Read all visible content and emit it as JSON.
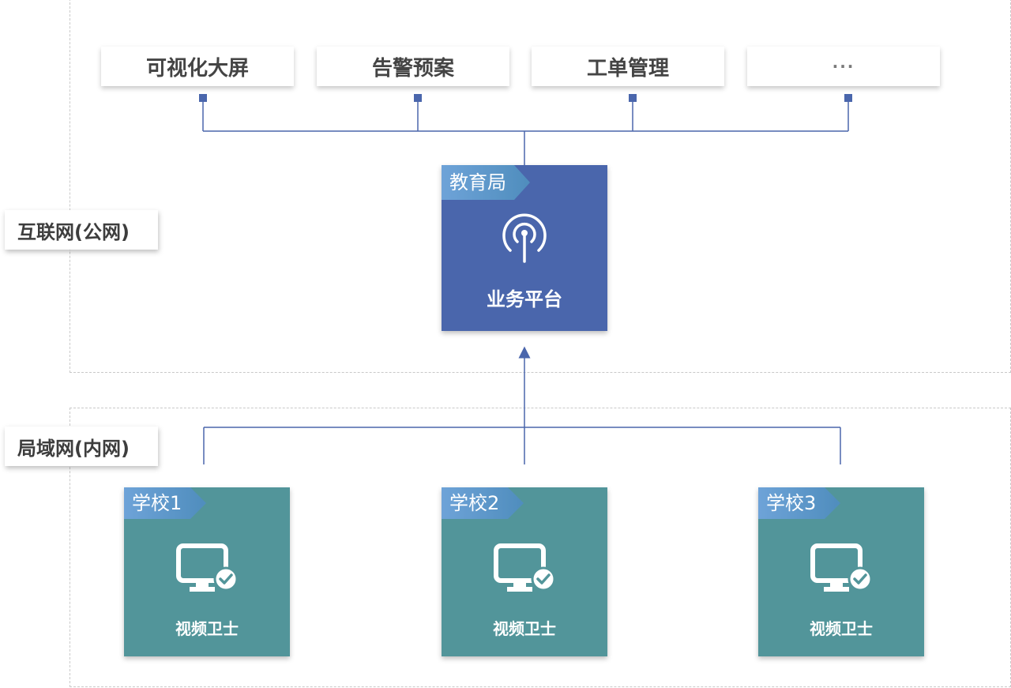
{
  "zones": {
    "public_label": "互联网(公网)",
    "private_label": "局域网(内网)"
  },
  "modules": [
    {
      "label": "可视化大屏"
    },
    {
      "label": "告警预案"
    },
    {
      "label": "工单管理"
    },
    {
      "label": "···"
    }
  ],
  "platform": {
    "tag": "教育局",
    "title": "业务平台",
    "icon": "broadcast-signal-icon",
    "color": "#4a66ac"
  },
  "schools": [
    {
      "tag": "学校1",
      "title": "视频卫士",
      "icon": "monitor-check-icon"
    },
    {
      "tag": "学校2",
      "title": "视频卫士",
      "icon": "monitor-check-icon"
    },
    {
      "tag": "学校3",
      "title": "视频卫士",
      "icon": "monitor-check-icon"
    }
  ],
  "colors": {
    "platform": "#4a66ac",
    "school": "#52959a",
    "connector": "#4a66ac",
    "tag_gradient_start": "#6ea3d8",
    "tag_gradient_end": "#4f8dbd"
  }
}
